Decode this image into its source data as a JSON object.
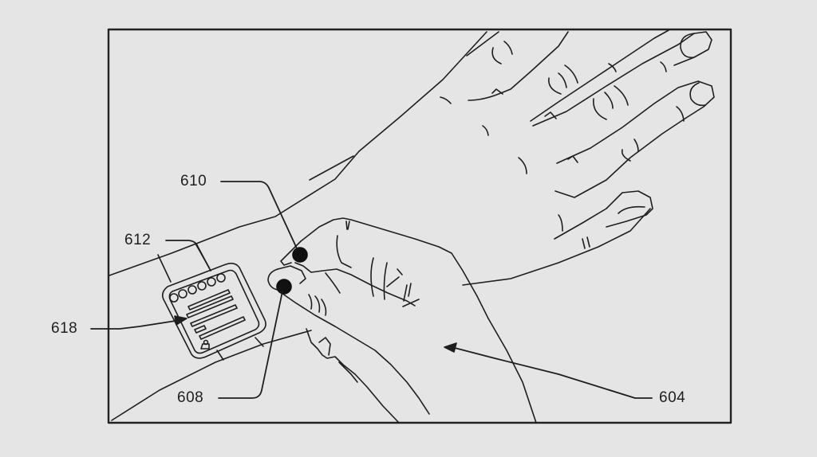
{
  "figure": {
    "type": "patent-line-drawing",
    "subject": "hand pinch gesture near wrist-worn smartwatch",
    "background_color": "#e5e5e5",
    "line_color": "#1e1e1e",
    "marker_color": "#111111"
  },
  "labels": {
    "ref_610": "610",
    "ref_612": "612",
    "ref_618": "618",
    "ref_608": "608",
    "ref_604": "604"
  },
  "callouts": [
    {
      "id": "610",
      "target": "index-fingertip-contact-marker"
    },
    {
      "id": "612",
      "target": "watch-band-strap"
    },
    {
      "id": "618",
      "target": "watch-display-screen"
    },
    {
      "id": "608",
      "target": "thumb-tip-contact-marker"
    },
    {
      "id": "604",
      "target": "gesturing-hand"
    }
  ],
  "watch_screen": {
    "icon_row_count": 6,
    "text_line_count": 5,
    "footer_icon": "person-icon"
  }
}
